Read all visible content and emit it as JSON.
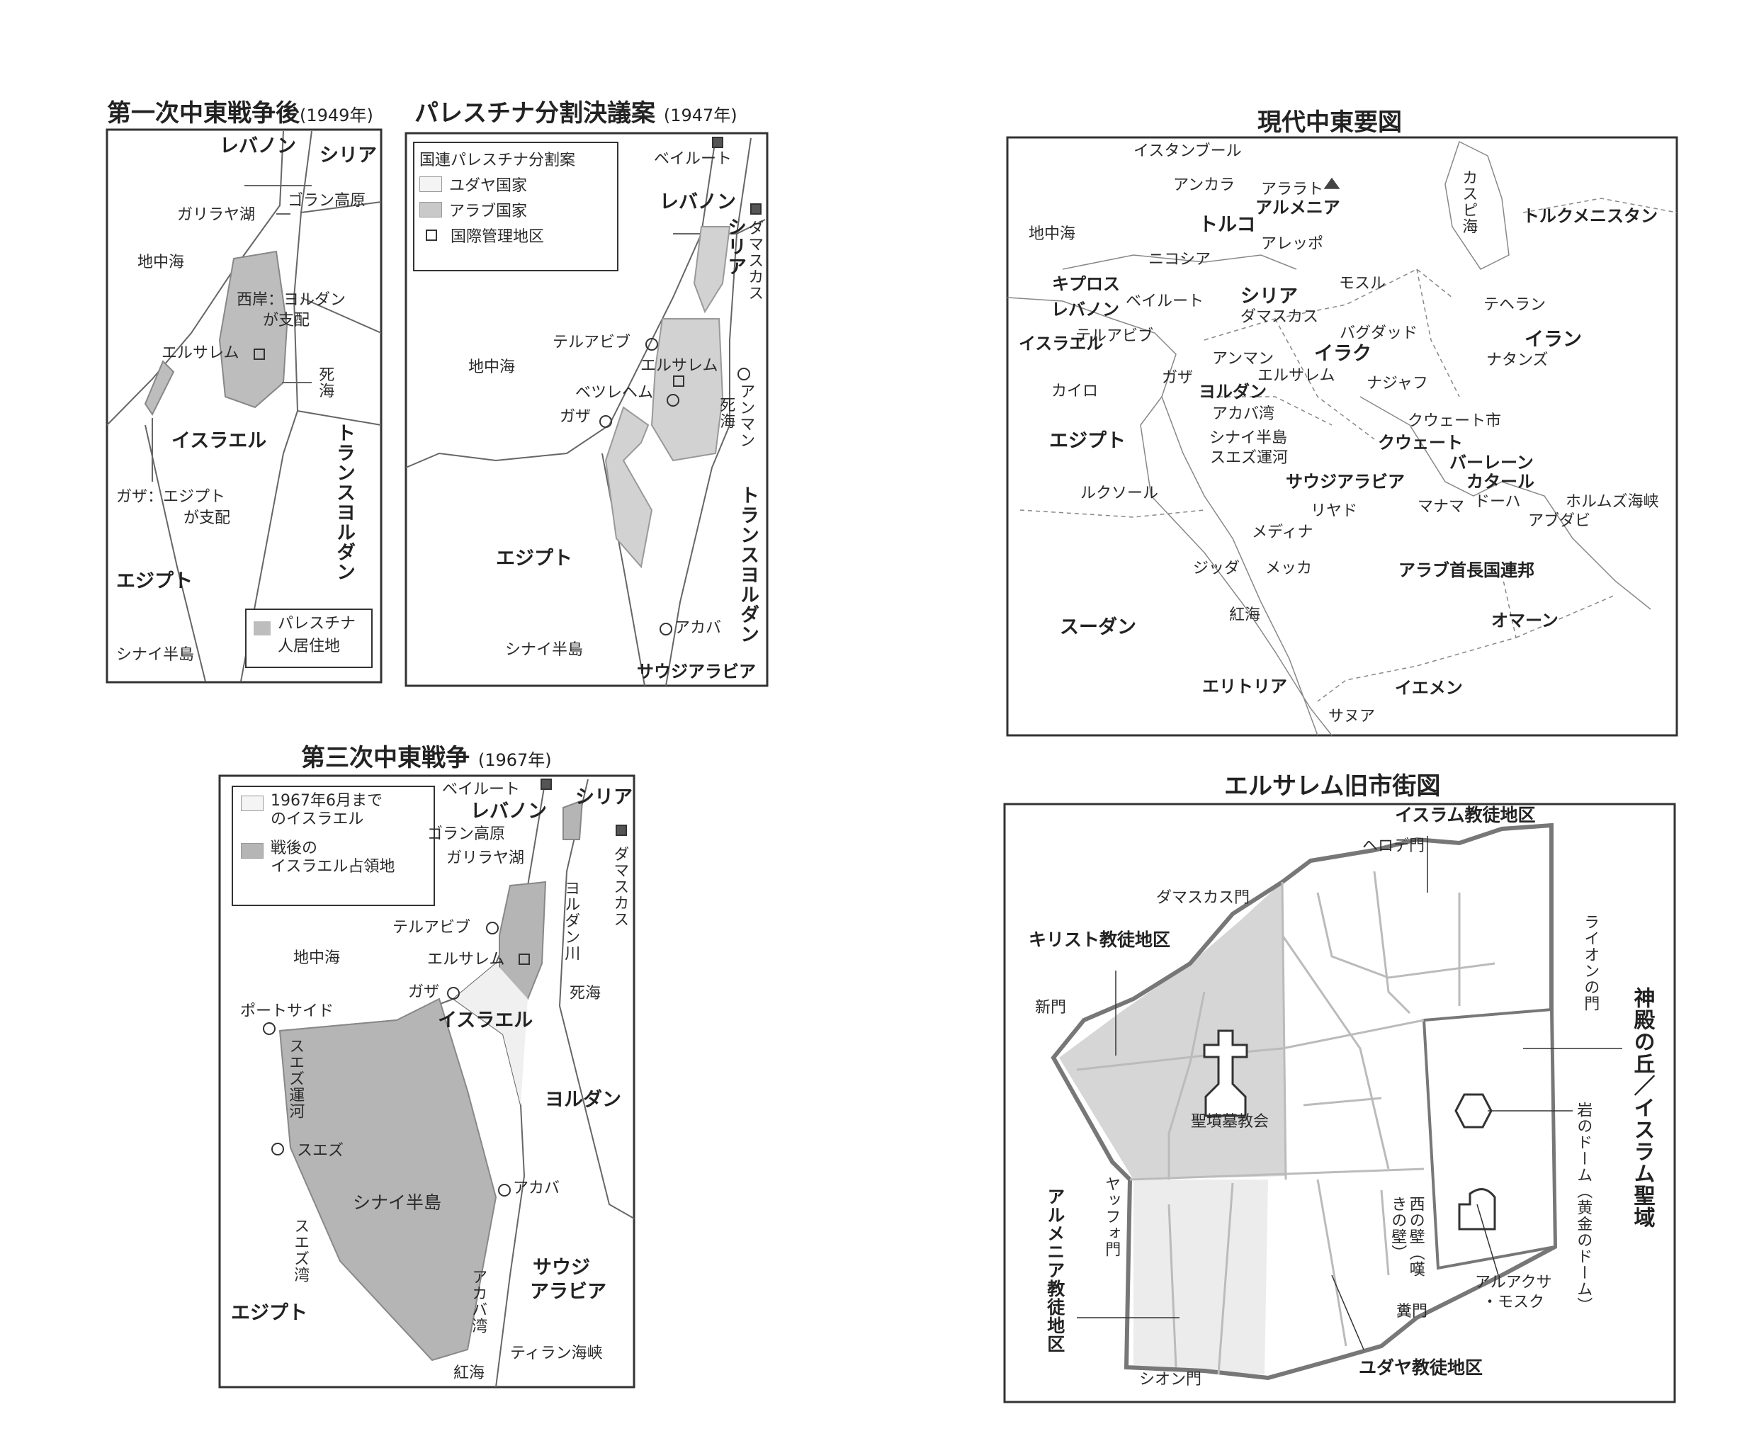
{
  "colors": {
    "occupied": "#b8b8b8",
    "arab_state": "#d4d4d4",
    "light_area": "#f0f0f0",
    "border": "#555555",
    "road": "#bbbbbb"
  },
  "map1949": {
    "title": "第一次中東戦争後",
    "year": "(1949年)",
    "labels": {
      "lebanon": "レバノン",
      "syria": "シリア",
      "golan": "ゴラン高原",
      "galilee": "ガリラヤ湖",
      "med": "地中海",
      "westbank1": "西岸：ヨルダン",
      "westbank2": "が支配",
      "jerusalem": "エルサレム",
      "deadsea": "死海",
      "israel": "イスラエル",
      "transjordan": "トランスヨルダン",
      "gaza1": "ガザ：エジプト",
      "gaza2": "が支配",
      "egypt": "エジプト",
      "sinai": "シナイ半島"
    },
    "legend": [
      "パレスチナ",
      "人居住地"
    ]
  },
  "map1947": {
    "title": "パレスチナ分割決議案",
    "year": "(1947年)",
    "legend": {
      "heading": "国連パレスチナ分割案",
      "jewish": "ユダヤ国家",
      "arab": "アラブ国家",
      "intl": "国際管理地区"
    },
    "labels": {
      "beirut": "ベイルート",
      "lebanon": "レバノン",
      "syria": "シリア",
      "damascus": "ダマスカス",
      "telaviv": "テルアビブ",
      "med": "地中海",
      "jerusalem": "エルサレム",
      "amman": "アンマン",
      "deadsea": "死海",
      "bethlehem": "ベツレヘム",
      "gaza": "ガザ",
      "egypt": "エジプト",
      "transjordan": "トランスヨルダン",
      "aqaba": "アカバ",
      "sinai": "シナイ半島",
      "saudi": "サウジアラビア"
    }
  },
  "map1967": {
    "title": "第三次中東戦争",
    "year": "(1967年)",
    "legend": {
      "before1": "1967年6月まで",
      "before2": "のイスラエル",
      "after1": "戦後の",
      "after2": "イスラエル占領地"
    },
    "labels": {
      "beirut": "ベイルート",
      "lebanon": "レバノン",
      "syria": "シリア",
      "damascus": "ダマスカス",
      "golan": "ゴラン高原",
      "galilee": "ガリラヤ湖",
      "jordan_river": "ヨルダン川",
      "telaviv": "テルアビブ",
      "med": "地中海",
      "jerusalem": "エルサレム",
      "deadsea": "死海",
      "gaza": "ガザ",
      "portsaid": "ポートサイド",
      "israel": "イスラエル",
      "suezcanal": "スエズ運河",
      "jordan": "ヨルダン",
      "suez": "スエズ",
      "aqaba": "アカバ",
      "sinai": "シナイ半島",
      "suezgulf": "スエズ湾",
      "aqabagulf": "アカバ湾",
      "saudi1": "サウジ",
      "saudi2": "アラビア",
      "egypt": "エジプト",
      "tiran": "ティラン海峡",
      "redsea": "紅海"
    }
  },
  "modern": {
    "title": "現代中東要図",
    "labels": {
      "istanbul": "イスタンブール",
      "ankara": "アンカラ",
      "ararat": "アララト",
      "armenia": "アルメニア",
      "turkey": "トルコ",
      "caspian": "カスピ海",
      "turkmenistan": "トルクメニスタン",
      "med": "地中海",
      "aleppo": "アレッポ",
      "nicosia": "ニコシア",
      "cyprus": "キプロス",
      "syria": "シリア",
      "mosul": "モスル",
      "lebanon": "レバノン",
      "beirut": "ベイルート",
      "tehran": "テヘラン",
      "damascus": "ダマスカス",
      "baghdad": "バグダッド",
      "israel": "イスラエル",
      "telaviv": "テルアビブ",
      "iran": "イラン",
      "iraq": "イラク",
      "natanz": "ナタンズ",
      "amman": "アンマン",
      "jerusalem": "エルサレム",
      "gaza": "ガザ",
      "cairo": "カイロ",
      "najaf": "ナジャフ",
      "jordan": "ヨルダン",
      "aqabagulf": "アカバ湾",
      "kuwaitcity": "クウェート市",
      "sinai": "シナイ半島",
      "egypt": "エジプト",
      "kuwait": "クウェート",
      "suezcanal": "スエズ運河",
      "bahrain": "バーレーン",
      "luxor": "ルクソール",
      "saudi": "サウジアラビア",
      "qatar": "カタール",
      "manama": "マナマ",
      "doha": "ドーハ",
      "hormuz": "ホルムズ海峡",
      "riyadh": "リヤド",
      "abudhabi": "アブダビ",
      "medina": "メディナ",
      "jeddah": "ジッダ",
      "mecca": "メッカ",
      "uae": "アラブ首長国連邦",
      "redsea": "紅海",
      "sudan": "スーダン",
      "oman": "オマーン",
      "eritrea": "エリトリア",
      "yemen": "イエメン",
      "sanaa": "サヌア"
    }
  },
  "jerusalem": {
    "title": "エルサレム旧市街図",
    "labels": {
      "muslim": "イスラム教徒地区",
      "herod": "ヘロデ門",
      "damascus_gate": "ダマスカス門",
      "lion": "ライオンの門",
      "christian": "キリスト教徒地区",
      "newgate": "新門",
      "temple": "神殿の丘／イスラム聖域",
      "sepulchre": "聖墳墓教会",
      "dome": "岩のドーム（黄金のドーム）",
      "jaffa": "ヤッフォ門",
      "wall": "西の壁（嘆きの壁）",
      "armenian": "アルメニア教徒地区",
      "aqsa1": "アルアクサ",
      "aqsa2": "・モスク",
      "dung": "糞門",
      "jewish": "ユダヤ教徒地区",
      "zion": "シオン門"
    }
  }
}
